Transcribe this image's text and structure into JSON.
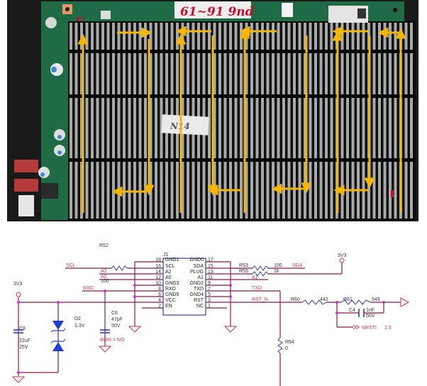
{
  "photo": {
    "handwritten_label": "61~91 9nd",
    "marker_top_left": "A1",
    "heatsink_sticker": "N14",
    "arrow_color": "#f2b705",
    "board_color": "#1f6b45"
  },
  "schematic": {
    "colors": {
      "wire": "#8b1a4a",
      "junction": "#cc33cc",
      "net_label": "#c0394a",
      "component": "#3a3aa8",
      "text": "#333333"
    },
    "connector": {
      "ref": "J1",
      "left_pins": [
        {
          "num": "18",
          "name": "GND1"
        },
        {
          "num": "16",
          "name": "SCL"
        },
        {
          "num": "14",
          "name": "A2"
        },
        {
          "num": "12",
          "name": "A0"
        },
        {
          "num": "10",
          "name": "GND3"
        },
        {
          "num": "8",
          "name": "RXD"
        },
        {
          "num": "6",
          "name": "GND5"
        },
        {
          "num": "4",
          "name": "VCC"
        },
        {
          "num": "2",
          "name": "EN"
        }
      ],
      "right_pins": [
        {
          "num": "17",
          "name": "GND0"
        },
        {
          "num": "15",
          "name": "SDA"
        },
        {
          "num": "13",
          "name": "PLUG"
        },
        {
          "num": "11",
          "name": "A1"
        },
        {
          "num": "9",
          "name": "GND2"
        },
        {
          "num": "7",
          "name": "TXD"
        },
        {
          "num": "5",
          "name": "GND4"
        },
        {
          "num": "3",
          "name": "RST"
        },
        {
          "num": "1",
          "name": "NC"
        }
      ]
    },
    "nets": {
      "scl": "SCL",
      "a2": "A2",
      "a0": "A0",
      "rxd": "RXD",
      "sda": "SDA",
      "a1": "A1",
      "txd": "TXD",
      "rst_n": "RST_N",
      "nrsti": "NRSTI",
      "nrsti_ref": "2,5"
    },
    "power": {
      "left": "3V3",
      "right": "3V3"
    },
    "components": {
      "r52": {
        "ref": "R52",
        "value": "100"
      },
      "r53": {
        "ref": "R53",
        "value": "100"
      },
      "r55": {
        "ref": "R55",
        "value": "1k"
      },
      "r60": {
        "ref": "R60",
        "value": "442"
      },
      "r61": {
        "ref": "R61",
        "value": "549"
      },
      "r64": {
        "ref": "R64",
        "value": "0"
      },
      "c4": {
        "ref": "C4",
        "value": "1nF",
        "voltage": "50V"
      },
      "c6": {
        "ref": "C6",
        "value": "47pF",
        "voltage": "50V",
        "note": "BOM = NO"
      },
      "c8": {
        "ref": "C8",
        "value": "22uF",
        "voltage": "25V"
      },
      "d2": {
        "ref": "D2",
        "value": "3.3V"
      }
    }
  }
}
